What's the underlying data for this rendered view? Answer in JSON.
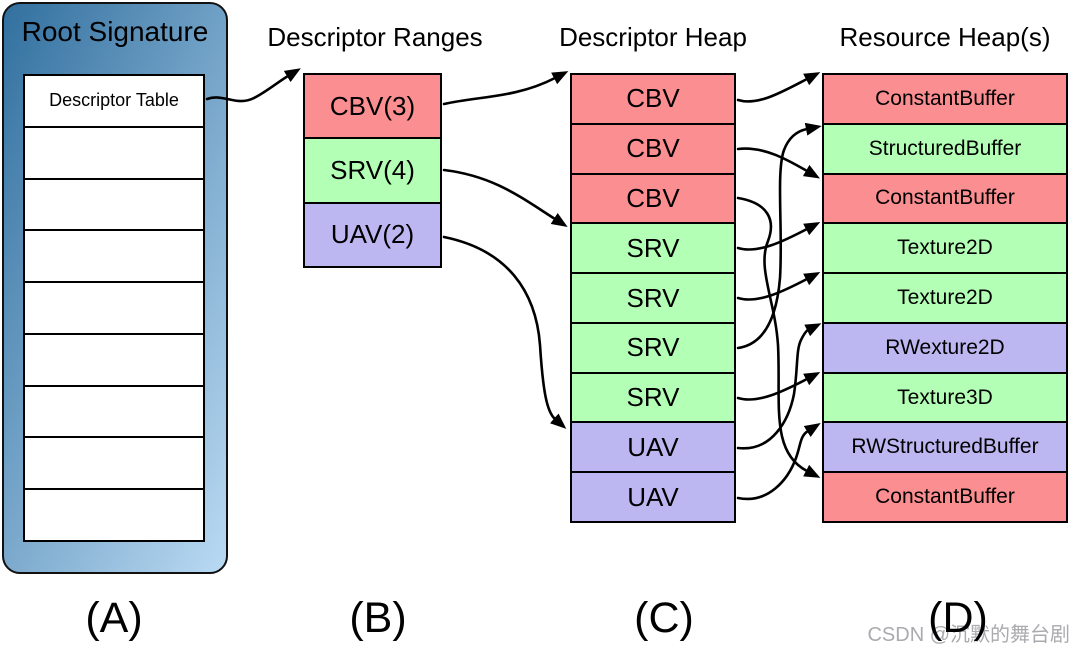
{
  "diagram": {
    "root_signature": {
      "title": "Root Signature",
      "table_rows": [
        "Descriptor Table",
        "",
        "",
        "",
        "",
        "",
        "",
        "",
        ""
      ]
    },
    "descriptor_ranges": {
      "title": "Descriptor Ranges",
      "cells": [
        {
          "label": "CBV(3)",
          "type": "cbv"
        },
        {
          "label": "SRV(4)",
          "type": "srv"
        },
        {
          "label": "UAV(2)",
          "type": "uav"
        }
      ]
    },
    "descriptor_heap": {
      "title": "Descriptor Heap",
      "cells": [
        {
          "label": "CBV",
          "type": "cbv"
        },
        {
          "label": "CBV",
          "type": "cbv"
        },
        {
          "label": "CBV",
          "type": "cbv"
        },
        {
          "label": "SRV",
          "type": "srv"
        },
        {
          "label": "SRV",
          "type": "srv"
        },
        {
          "label": "SRV",
          "type": "srv"
        },
        {
          "label": "SRV",
          "type": "srv"
        },
        {
          "label": "UAV",
          "type": "uav"
        },
        {
          "label": "UAV",
          "type": "uav"
        }
      ]
    },
    "resource_heap": {
      "title": "Resource Heap(s)",
      "cells": [
        {
          "label": "ConstantBuffer",
          "type": "cbv"
        },
        {
          "label": "StructuredBuffer",
          "type": "srv"
        },
        {
          "label": "ConstantBuffer",
          "type": "cbv"
        },
        {
          "label": "Texture2D",
          "type": "srv"
        },
        {
          "label": "Texture2D",
          "type": "srv"
        },
        {
          "label": "RWexture2D",
          "type": "uav"
        },
        {
          "label": "Texture3D",
          "type": "srv"
        },
        {
          "label": "RWStructuredBuffer",
          "type": "uav"
        },
        {
          "label": "ConstantBuffer",
          "type": "cbv"
        }
      ]
    },
    "captions": {
      "a": "(A)",
      "b": "(B)",
      "c": "(C)",
      "d": "(D)"
    },
    "watermark": "CSDN @沉默的舞台剧",
    "colors": {
      "cbv": "#fb8e90",
      "srv": "#b4ffb6",
      "uav": "#bcb7f1",
      "root_gradient_start": "#32709f",
      "root_gradient_end": "#badaf3",
      "arrow": "#000000"
    },
    "connections": [
      {
        "id": "a-b1",
        "from": "root-signature/descriptor-table",
        "to": "descriptor-ranges/CBV(3)"
      },
      {
        "id": "b1-c1",
        "from": "descriptor-ranges/CBV(3)",
        "to": "descriptor-heap/row1-CBV"
      },
      {
        "id": "b2-c4",
        "from": "descriptor-ranges/SRV(4)",
        "to": "descriptor-heap/row4-SRV"
      },
      {
        "id": "b3-c8",
        "from": "descriptor-ranges/UAV(2)",
        "to": "descriptor-heap/row8-UAV"
      },
      {
        "id": "c1-d1",
        "from": "descriptor-heap/row1-CBV",
        "to": "resource-heap/row1-ConstantBuffer"
      },
      {
        "id": "c2-d3",
        "from": "descriptor-heap/row2-CBV",
        "to": "resource-heap/row3-ConstantBuffer"
      },
      {
        "id": "c3-d9",
        "from": "descriptor-heap/row3-CBV",
        "to": "resource-heap/row9-ConstantBuffer"
      },
      {
        "id": "c4-d4",
        "from": "descriptor-heap/row4-SRV",
        "to": "resource-heap/row4-Texture2D"
      },
      {
        "id": "c5-d5",
        "from": "descriptor-heap/row5-SRV",
        "to": "resource-heap/row5-Texture2D"
      },
      {
        "id": "c6-d2",
        "from": "descriptor-heap/row6-SRV",
        "to": "resource-heap/row2-StructuredBuffer"
      },
      {
        "id": "c7-d7",
        "from": "descriptor-heap/row7-SRV",
        "to": "resource-heap/row7-Texture3D"
      },
      {
        "id": "c8-d6",
        "from": "descriptor-heap/row8-UAV",
        "to": "resource-heap/row6-RWexture2D"
      },
      {
        "id": "c9-d8",
        "from": "descriptor-heap/row9-UAV",
        "to": "resource-heap/row8-RWStructuredBuffer"
      }
    ]
  }
}
